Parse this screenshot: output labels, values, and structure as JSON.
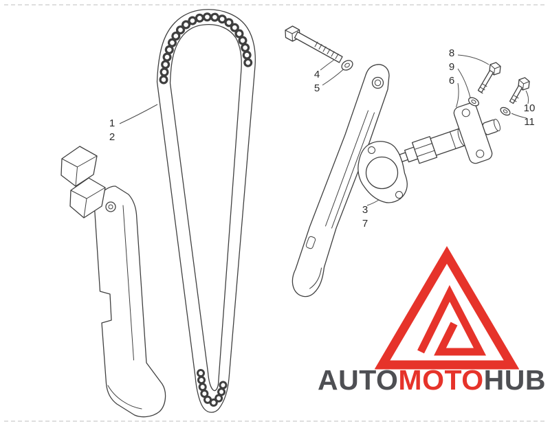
{
  "callouts": {
    "g12": {
      "items": [
        "1",
        "2"
      ]
    },
    "g45": {
      "items": [
        "4",
        "5"
      ]
    },
    "g37": {
      "items": [
        "3",
        "7"
      ]
    },
    "g896": {
      "items": [
        "8",
        "9",
        "6"
      ]
    },
    "g1011": {
      "items": [
        "10",
        "11"
      ]
    }
  },
  "watermark": {
    "segments": [
      {
        "text": "AUTO",
        "color": "#4e4f53"
      },
      {
        "text": "MOTO",
        "color": "#e6332a"
      },
      {
        "text": "HUB",
        "color": "#4e4f53"
      }
    ],
    "logo_color": "#e6332a"
  },
  "colors": {
    "line_art": "#3f3f3f",
    "leader_line": "#4a4a4a",
    "callout_text": "#2b2b2b",
    "page_border_dash": "#bdbdbd",
    "background": "#ffffff"
  }
}
